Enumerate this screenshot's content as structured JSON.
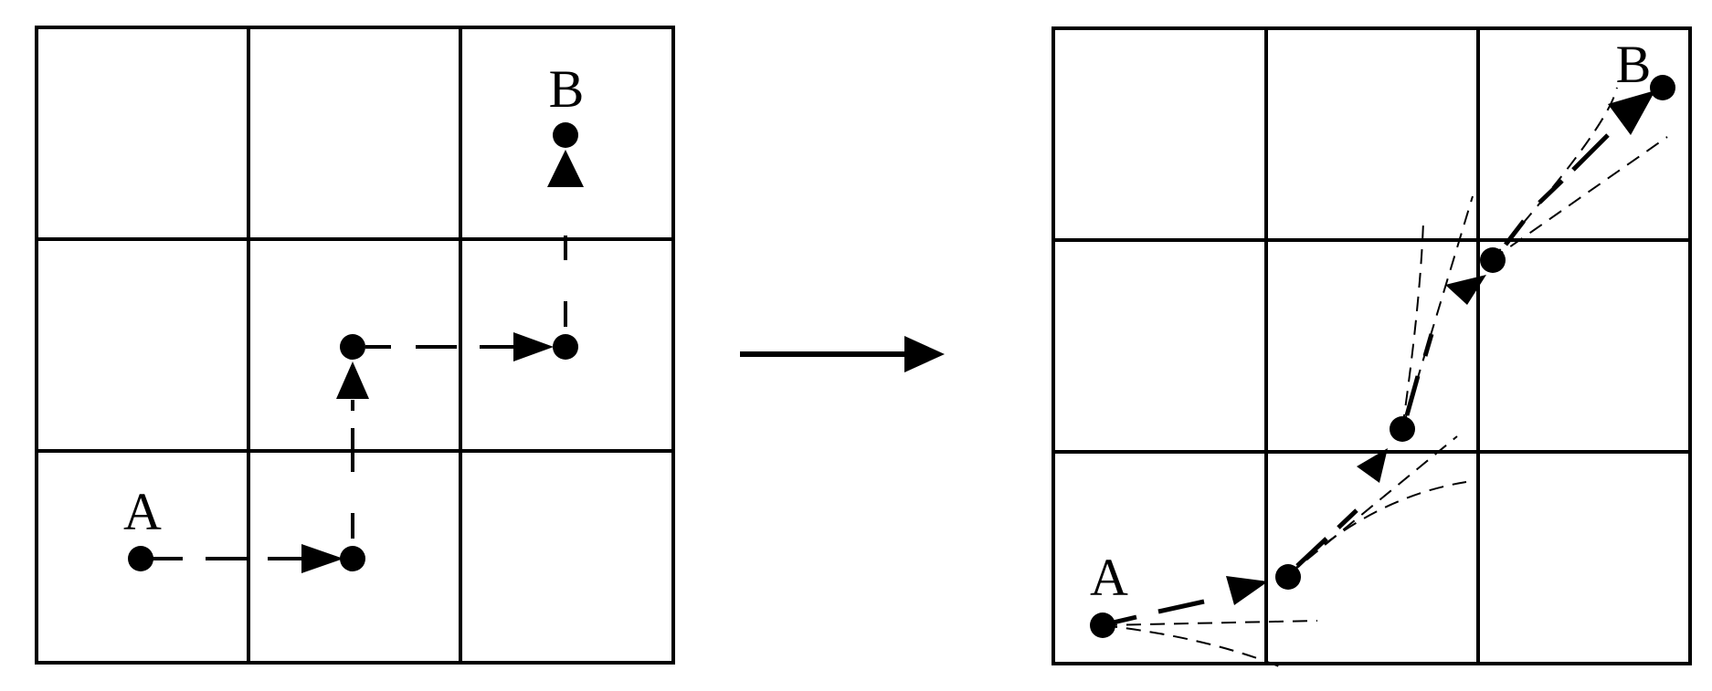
{
  "left_panel": {
    "start_label": "A",
    "end_label": "B"
  },
  "right_panel": {
    "start_label": "A",
    "end_label": "B"
  },
  "colors": {
    "ink": "#000000",
    "background": "#ffffff"
  }
}
